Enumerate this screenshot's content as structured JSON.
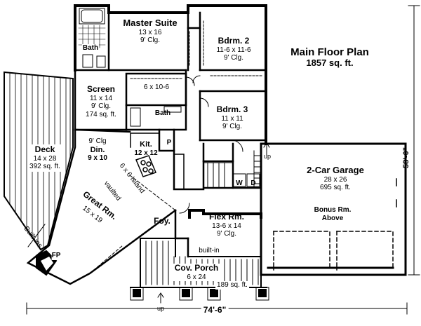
{
  "plan": {
    "title": "Main Floor Plan",
    "area": "1857 sq. ft.",
    "width_dim": "74'-6\"",
    "depth_dim": "58'-0\""
  },
  "rooms": {
    "master": {
      "name": "Master Suite",
      "size": "13 x 16",
      "note": "9' Clg."
    },
    "bath1": {
      "name": "Bath"
    },
    "bdrm2": {
      "name": "Bdrm. 2",
      "size": "11-6 x 11-6",
      "note": "9' Clg."
    },
    "closet": {
      "size": "6 x 10-6"
    },
    "bath2": {
      "name": "Bath"
    },
    "bdrm3": {
      "name": "Bdrm. 3",
      "size": "11 x 11",
      "note": "9' Clg."
    },
    "screen": {
      "name": "Screen",
      "size": "11 x 14",
      "note": "9' Clg.",
      "area": "174 sq. ft."
    },
    "deck": {
      "name": "Deck",
      "size": "14 x 28",
      "area": "392 sq. ft."
    },
    "din": {
      "note": "9' Clg",
      "name": "Din.",
      "size": "9 x 10"
    },
    "kit": {
      "name": "Kit.",
      "size": "12 x 12"
    },
    "pantry": {
      "name": "P"
    },
    "island": {
      "text": "6 x 6 Island"
    },
    "vaulted": {
      "text": "vaulted"
    },
    "great": {
      "name": "Great Rm.",
      "size": "15 x 19"
    },
    "builtins": {
      "text": "Built-ins"
    },
    "fp": {
      "name": "FP"
    },
    "foy": {
      "name": "Foy."
    },
    "flex": {
      "name": "Flex Rm.",
      "size": "13-6 x 14",
      "note": "9' Clg."
    },
    "builtin": {
      "text": "built-in"
    },
    "porch": {
      "name": "Cov. Porch",
      "size": "6 x 24",
      "area": "189 sq. ft."
    },
    "garage": {
      "name": "2-Car Garage",
      "size": "28 x 26",
      "area": "695 sq. ft."
    },
    "bonus": {
      "line1": "Bonus Rm.",
      "line2": "Above"
    },
    "washer": {
      "name": "W"
    },
    "dryer": {
      "name": "D"
    },
    "up_stair": {
      "text": "up"
    },
    "up_porch": {
      "text": "up"
    }
  }
}
